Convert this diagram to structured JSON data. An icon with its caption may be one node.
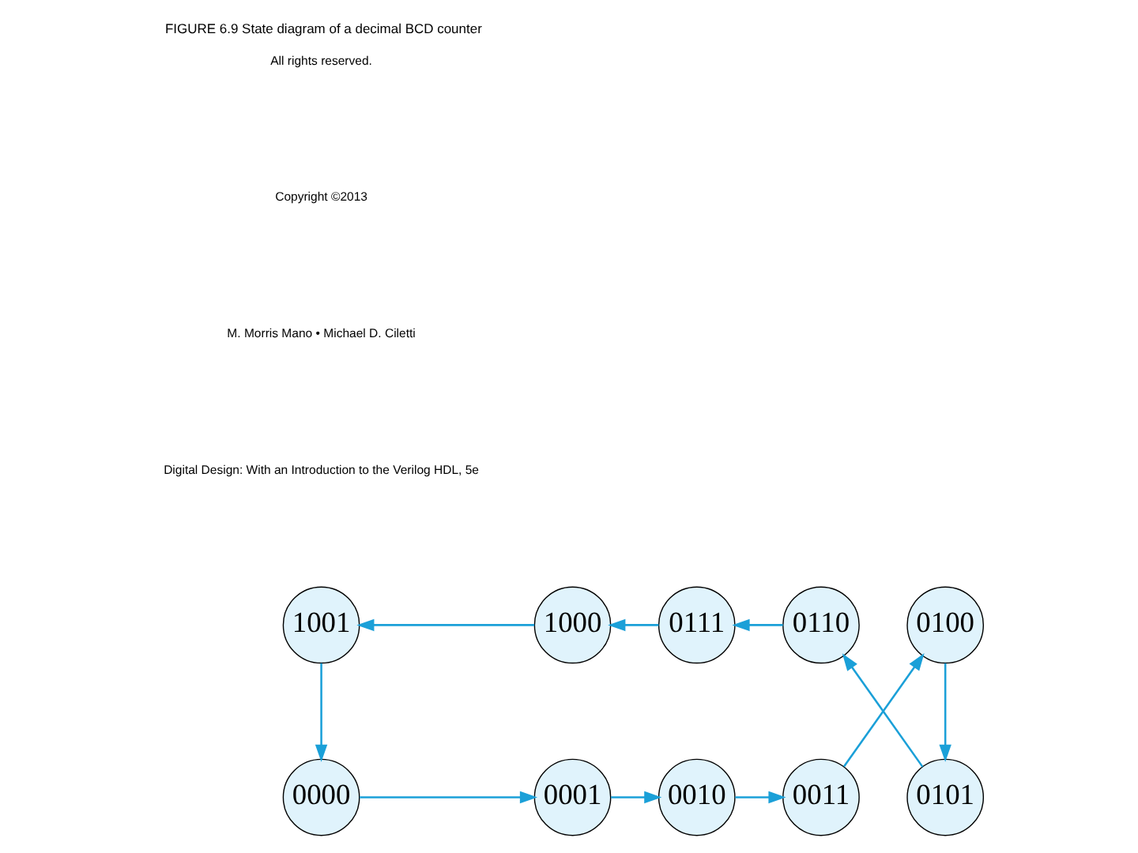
{
  "diagram": {
    "title": "FIGURE 6.9 State diagram of a decimal BCD counter",
    "nodes": [
      {
        "text": [
          "0000"
        ]
      },
      {
        "text": [
          "0001"
        ]
      },
      {
        "text": [
          "0010"
        ]
      },
      {
        "text": [
          "0011"
        ]
      },
      {
        "text": [
          "0100"
        ]
      },
      {
        "text": [
          "0101"
        ]
      },
      {
        "text": [
          "0110"
        ]
      },
      {
        "text": [
          "0111"
        ]
      },
      {
        "text": [
          "1000"
        ]
      },
      {
        "text": [
          "1001"
        ]
      }
    ],
    "edges": [
      {
        "from": 0,
        "to": 1,
        "arrow": "to"
      },
      {
        "from": 1,
        "to": 2,
        "arrow": "to"
      },
      {
        "from": 2,
        "to": 3,
        "arrow": "to"
      },
      {
        "from": 3,
        "to": 4,
        "arrow": "to"
      },
      {
        "from": 4,
        "to": 5,
        "arrow": "to"
      },
      {
        "from": 5,
        "to": 6,
        "arrow": "to"
      },
      {
        "from": 6,
        "to": 7,
        "arrow": "to"
      },
      {
        "from": 7,
        "to": 8,
        "arrow": "to"
      },
      {
        "from": 8,
        "to": 9,
        "arrow": "to"
      },
      {
        "from": 9,
        "to": 0,
        "arrow": "to"
      }
    ],
    "labels": [
      "Digital Design: With an Introduction to the Verilog HDL, 5e",
      "M. Morris Mano • Michael D. Ciletti",
      "Copyright ©2013",
      "All rights reserved."
    ]
  }
}
